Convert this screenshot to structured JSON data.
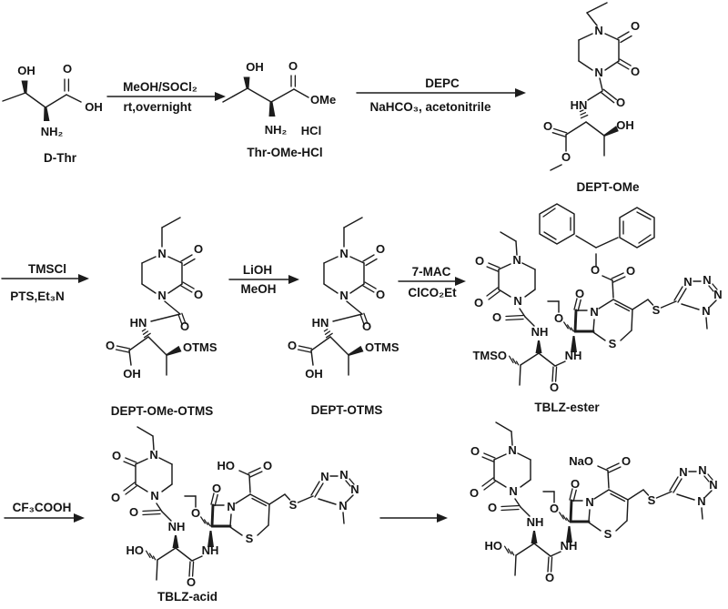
{
  "colors": {
    "ink": "#1c1c1c",
    "paper": "#ffffff"
  },
  "atoms": {
    "O": "O",
    "N": "N",
    "S": "S",
    "NH": "NH",
    "HN": "HN",
    "OH": "OH",
    "HO": "HO",
    "NH2": "NH₂",
    "NaO": "NaO",
    "OMe": "OMe",
    "OTMS": "OTMS",
    "TMSO": "TMSO",
    "HCl": "HCl"
  },
  "compounds": {
    "d_thr": "D-Thr",
    "thr_ome_hcl": "Thr-OMe-HCl",
    "dept_ome": "DEPT-OMe",
    "dept_ome_otms": "DEPT-OMe-OTMS",
    "dept_otms": "DEPT-OTMS",
    "tblz_ester": "TBLZ-ester",
    "tblz_acid": "TBLZ-acid"
  },
  "arrows": {
    "a1": {
      "above": "MeOH/SOCl₂",
      "below": "rt,overnight"
    },
    "a2": {
      "above": "DEPC",
      "below": "NaHCO₃, acetonitrile"
    },
    "a3": {
      "above": "TMSCl",
      "below": "PTS,Et₃N"
    },
    "a4": {
      "above": "LiOH",
      "below": "MeOH"
    },
    "a5": {
      "above": "7-MAC",
      "below": "ClCO₂Et"
    },
    "a6": {
      "above": "CF₃COOH"
    }
  }
}
